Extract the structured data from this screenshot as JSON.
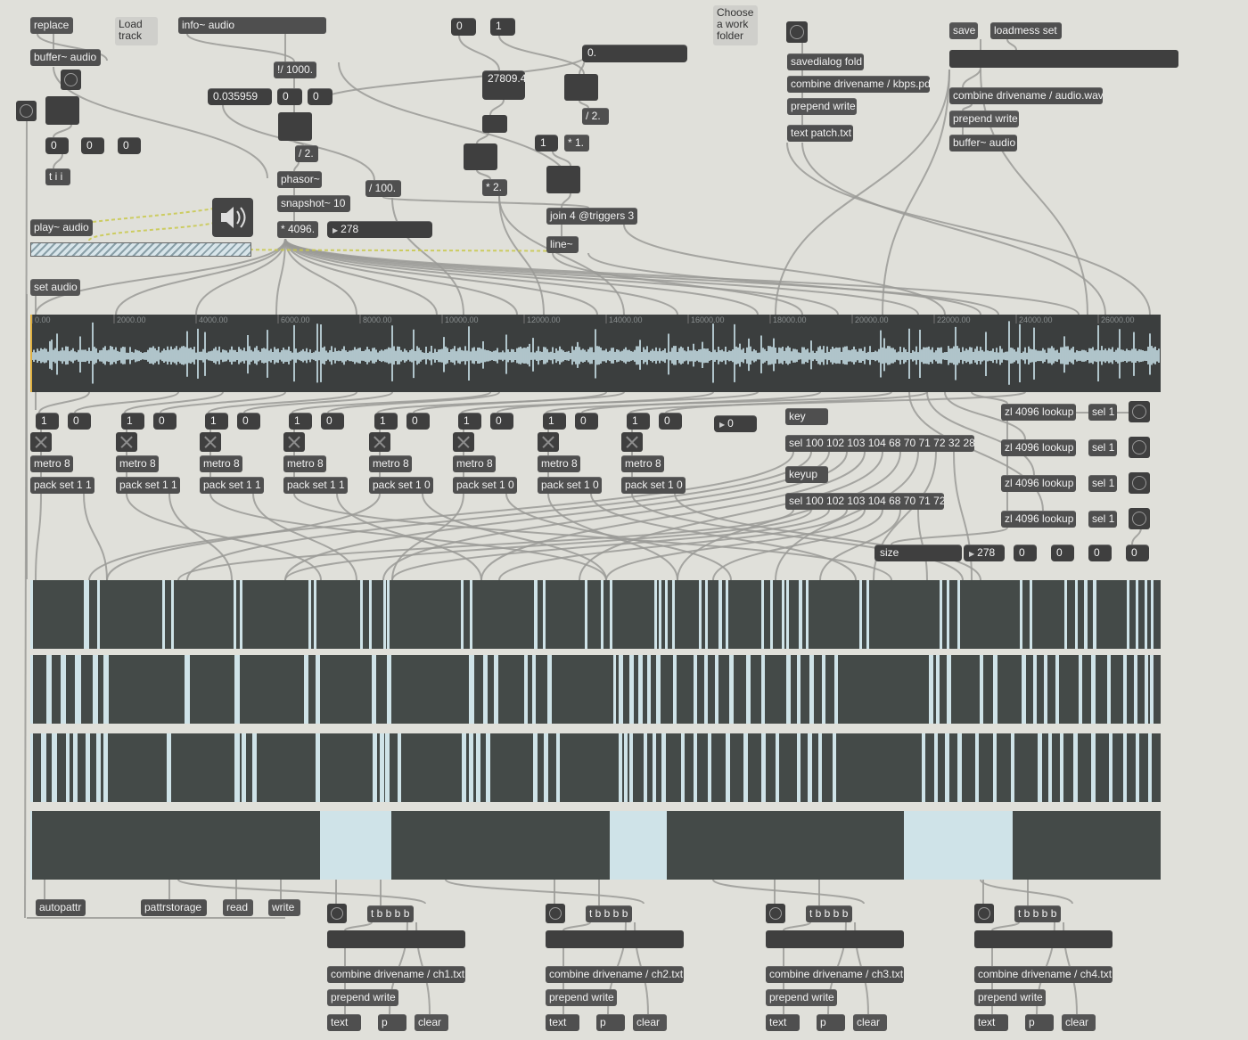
{
  "top": {
    "replace": "replace",
    "load_track": "Load track",
    "info": "info~ audio",
    "buffer": "buffer~ audio",
    "div1000": "!/ 1000.",
    "ms_value": "0.035959",
    "num_a": "0",
    "num_b": "0",
    "num_0": "0",
    "num_1": "1",
    "choose_folder": "Choose a work folder",
    "samples_value": "27809.433594",
    "float_display": "0.",
    "div2a": "/ 2.",
    "div2b": "/ 2.",
    "mul1": "* 1.",
    "mul2": "* 2.",
    "num_one_b": "1",
    "phasor": "phasor~",
    "snapshot": "snapshot~ 10",
    "div100": "/ 100.",
    "mul4096": "* 4096.",
    "val278": "278",
    "join": "join 4 @triggers 3",
    "line": "line~",
    "tii": "t i i",
    "zeros": [
      "0",
      "0",
      "0"
    ],
    "play": "play~ audio",
    "set_audio": "set audio",
    "savedialog": "savedialog fold",
    "combine_kbps": "combine drivename / kbps.pd",
    "prepend_write1": "prepend write",
    "text_patch": "text patch.txt",
    "save": "save",
    "loadmess": "loadmess set",
    "combine_audio": "combine drivename / audio.wav",
    "prepend_write2": "prepend write",
    "buffer2": "buffer~ audio",
    "dac_icon": "speaker-icon"
  },
  "waveform": {
    "ticks": [
      "0.00",
      "2000.00",
      "4000.00",
      "6000.00",
      "8000.00",
      "10000.00",
      "12000.00",
      "14000.00",
      "16000.00",
      "18000.00",
      "20000.00",
      "22000.00",
      "24000.00",
      "26000.00"
    ]
  },
  "channels": [
    {
      "on": "1",
      "off": "0",
      "metro": "metro 8",
      "pack": "pack set 1 1"
    },
    {
      "on": "1",
      "off": "0",
      "metro": "metro 8",
      "pack": "pack set 1 1"
    },
    {
      "on": "1",
      "off": "0",
      "metro": "metro 8",
      "pack": "pack set 1 1"
    },
    {
      "on": "1",
      "off": "0",
      "metro": "metro 8",
      "pack": "pack set 1 1"
    },
    {
      "on": "1",
      "off": "0",
      "metro": "metro 8",
      "pack": "pack set 1 0"
    },
    {
      "on": "1",
      "off": "0",
      "metro": "metro 8",
      "pack": "pack set 1 0"
    },
    {
      "on": "1",
      "off": "0",
      "metro": "metro 8",
      "pack": "pack set 1 0"
    },
    {
      "on": "1",
      "off": "0",
      "metro": "metro 8",
      "pack": "pack set 1 0"
    }
  ],
  "mid": {
    "num_zero": "0",
    "key": "key",
    "sel_key": "sel 100 102 103 104 68 70 71 72 32 28",
    "keyup": "keyup",
    "sel_keyup": "sel 100 102 103 104 68 70 71 72",
    "zl": [
      "zl 4096 lookup",
      "zl 4096 lookup",
      "zl 4096 lookup",
      "zl 4096 lookup"
    ],
    "sel1": [
      "sel 1",
      "sel 1",
      "sel 1",
      "sel 1"
    ],
    "size": "size",
    "size_val": "278",
    "outs": [
      "0",
      "0",
      "0",
      "0"
    ]
  },
  "lanes": [
    [
      [
        0,
        3
      ],
      [
        60,
        6
      ],
      [
        75,
        3
      ],
      [
        148,
        3
      ],
      [
        158,
        3
      ],
      [
        228,
        3
      ],
      [
        235,
        3
      ],
      [
        312,
        3
      ],
      [
        318,
        3
      ],
      [
        370,
        3
      ],
      [
        380,
        3
      ],
      [
        396,
        3
      ],
      [
        400,
        3
      ],
      [
        483,
        3
      ],
      [
        493,
        3
      ],
      [
        565,
        4
      ],
      [
        575,
        3
      ],
      [
        622,
        3
      ],
      [
        640,
        3
      ],
      [
        650,
        3
      ],
      [
        700,
        3
      ],
      [
        705,
        3
      ],
      [
        712,
        3
      ],
      [
        720,
        3
      ],
      [
        750,
        3
      ],
      [
        757,
        3
      ],
      [
        772,
        4
      ],
      [
        780,
        3
      ],
      [
        820,
        3
      ],
      [
        830,
        3
      ],
      [
        843,
        3
      ],
      [
        848,
        3
      ],
      [
        862,
        4
      ],
      [
        870,
        3
      ],
      [
        930,
        3
      ],
      [
        938,
        3
      ],
      [
        1020,
        3
      ],
      [
        1028,
        3
      ],
      [
        1040,
        3
      ],
      [
        1110,
        3
      ],
      [
        1121,
        3
      ],
      [
        1160,
        3
      ],
      [
        1172,
        3
      ],
      [
        1182,
        4
      ],
      [
        1192,
        4
      ],
      [
        1230,
        3
      ],
      [
        1240,
        3
      ],
      [
        1250,
        3
      ],
      [
        1257,
        3
      ]
    ],
    [
      [
        0,
        3
      ],
      [
        18,
        6
      ],
      [
        34,
        6
      ],
      [
        50,
        7
      ],
      [
        70,
        6
      ],
      [
        82,
        6
      ],
      [
        173,
        6
      ],
      [
        229,
        6
      ],
      [
        307,
        5
      ],
      [
        320,
        5
      ],
      [
        383,
        5
      ],
      [
        400,
        5
      ],
      [
        492,
        6
      ],
      [
        508,
        5
      ],
      [
        520,
        5
      ],
      [
        554,
        4
      ],
      [
        563,
        4
      ],
      [
        580,
        5
      ],
      [
        654,
        3
      ],
      [
        660,
        5
      ],
      [
        672,
        5
      ],
      [
        682,
        5
      ],
      [
        692,
        4
      ],
      [
        702,
        5
      ],
      [
        721,
        4
      ],
      [
        744,
        4
      ],
      [
        756,
        4
      ],
      [
        768,
        4
      ],
      [
        784,
        5
      ],
      [
        803,
        5
      ],
      [
        820,
        4
      ],
      [
        848,
        5
      ],
      [
        860,
        4
      ],
      [
        874,
        5
      ],
      [
        888,
        4
      ],
      [
        902,
        4
      ],
      [
        1008,
        5
      ],
      [
        1016,
        4
      ],
      [
        1028,
        5
      ],
      [
        1065,
        4
      ],
      [
        1080,
        5
      ],
      [
        1112,
        5
      ],
      [
        1125,
        4
      ],
      [
        1137,
        4
      ],
      [
        1150,
        4
      ],
      [
        1176,
        4
      ],
      [
        1190,
        5
      ],
      [
        1208,
        4
      ],
      [
        1226,
        4
      ],
      [
        1238,
        4
      ],
      [
        1250,
        4
      ],
      [
        1256,
        4
      ]
    ],
    [
      [
        0,
        3
      ],
      [
        12,
        6
      ],
      [
        24,
        6
      ],
      [
        40,
        4
      ],
      [
        48,
        5
      ],
      [
        62,
        5
      ],
      [
        74,
        5
      ],
      [
        82,
        5
      ],
      [
        153,
        5
      ],
      [
        229,
        6
      ],
      [
        237,
        5
      ],
      [
        249,
        5
      ],
      [
        320,
        5
      ],
      [
        384,
        5
      ],
      [
        392,
        5
      ],
      [
        398,
        5
      ],
      [
        412,
        4
      ],
      [
        484,
        5
      ],
      [
        492,
        5
      ],
      [
        500,
        5
      ],
      [
        511,
        5
      ],
      [
        564,
        5
      ],
      [
        576,
        5
      ],
      [
        590,
        4
      ],
      [
        660,
        4
      ],
      [
        666,
        4
      ],
      [
        672,
        4
      ],
      [
        688,
        4
      ],
      [
        698,
        4
      ],
      [
        708,
        5
      ],
      [
        730,
        4
      ],
      [
        744,
        4
      ],
      [
        760,
        4
      ],
      [
        780,
        5
      ],
      [
        800,
        5
      ],
      [
        820,
        5
      ],
      [
        836,
        4
      ],
      [
        860,
        4
      ],
      [
        872,
        5
      ],
      [
        884,
        4
      ],
      [
        900,
        4
      ],
      [
        1000,
        4
      ],
      [
        1014,
        4
      ],
      [
        1026,
        5
      ],
      [
        1040,
        5
      ],
      [
        1060,
        4
      ],
      [
        1080,
        4
      ],
      [
        1100,
        4
      ],
      [
        1130,
        5
      ],
      [
        1142,
        4
      ],
      [
        1155,
        4
      ],
      [
        1170,
        5
      ],
      [
        1190,
        5
      ],
      [
        1210,
        4
      ],
      [
        1226,
        4
      ],
      [
        1240,
        4
      ],
      [
        1254,
        4
      ]
    ],
    [
      [
        0,
        2
      ],
      [
        325,
        80
      ],
      [
        650,
        64
      ],
      [
        980,
        122
      ]
    ]
  ],
  "bottom": {
    "autopattr": "autopattr",
    "pattrstorage": "pattrstorage",
    "read": "read",
    "write": "write",
    "groups": [
      {
        "tbbbb": "t b b b b",
        "combine": "combine drivename / ch1.txt",
        "prepend": "prepend write",
        "text": "text",
        "p": "p",
        "clear": "clear"
      },
      {
        "tbbbb": "t b b b b",
        "combine": "combine drivename / ch2.txt",
        "prepend": "prepend write",
        "text": "text",
        "p": "p",
        "clear": "clear"
      },
      {
        "tbbbb": "t b b b b",
        "combine": "combine drivename / ch3.txt",
        "prepend": "prepend write",
        "text": "text",
        "p": "p",
        "clear": "clear"
      },
      {
        "tbbbb": "t b b b b",
        "combine": "combine drivename / ch4.txt",
        "prepend": "prepend write",
        "text": "text",
        "p": "p",
        "clear": "clear"
      }
    ]
  },
  "colors": {
    "background": "#e0e0da",
    "object": "#4f4f4f",
    "lane_dark": "#444a48",
    "lane_light": "#cfe3e8",
    "waveform": "#cde6ee",
    "wire": "#9a9a96",
    "signal_wire": "#c8c84a"
  }
}
